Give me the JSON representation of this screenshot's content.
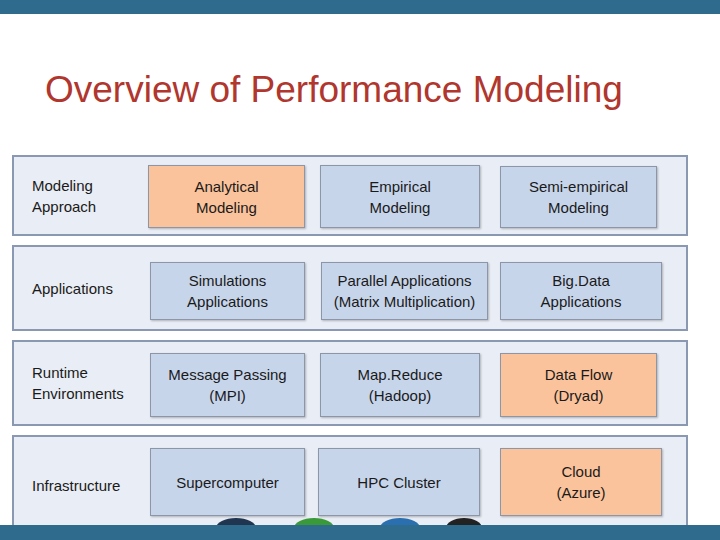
{
  "diagram": {
    "title": "Overview of Performance Modeling",
    "nodes": [
      {
        "text": [
          "Modeling Approach"
        ]
      },
      {
        "text": [
          "Analytical Modeling"
        ],
        "in": 0
      },
      {
        "text": [
          "Empirical Modeling"
        ],
        "in": 0
      },
      {
        "text": [
          "Semi-empirical Modeling"
        ],
        "in": 0
      },
      {
        "text": [
          "Applications"
        ]
      },
      {
        "text": [
          "Simulations Applications"
        ],
        "in": 4
      },
      {
        "text": [
          "Parallel Applications (Matrix Multiplication)"
        ],
        "in": 4
      },
      {
        "text": [
          "Big.Data Applications"
        ],
        "in": 4
      },
      {
        "text": [
          "Runtime Environments"
        ]
      },
      {
        "text": [
          "Message Passing (MPI)"
        ],
        "in": 8
      },
      {
        "text": [
          "Map.Reduce (Hadoop)"
        ],
        "in": 8
      },
      {
        "text": [
          "Data Flow (Dryad)"
        ],
        "in": 8
      },
      {
        "text": [
          "Infrastructure"
        ]
      },
      {
        "text": [
          "Supercomputer"
        ],
        "in": 12
      },
      {
        "text": [
          "HPC Cluster"
        ],
        "in": 12
      },
      {
        "text": [
          "Cloud (Azure)"
        ],
        "in": 12
      }
    ]
  }
}
